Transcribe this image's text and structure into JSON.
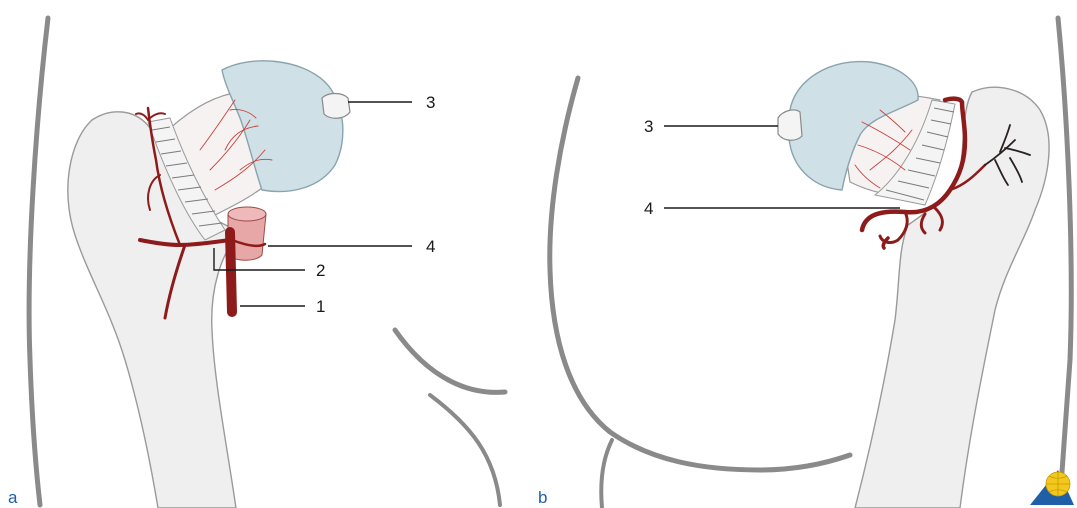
{
  "panels": [
    {
      "id": "a",
      "label": "a"
    },
    {
      "id": "b",
      "label": "b"
    }
  ],
  "labels_a": [
    "1",
    "2",
    "3",
    "4"
  ],
  "labels_b": [
    "3",
    "4"
  ],
  "colors": {
    "artery": "#8e1b1b",
    "capillary": "#c9423c",
    "cartilage": "#cfe0e6",
    "bone": "#efefef",
    "outline": "#8a8a8a",
    "panel_label": "#1f5fa8",
    "logo_blue": "#1f5fa8",
    "logo_yellow": "#f2c81e"
  },
  "icons": [
    "globe-triangle-logo-icon"
  ]
}
